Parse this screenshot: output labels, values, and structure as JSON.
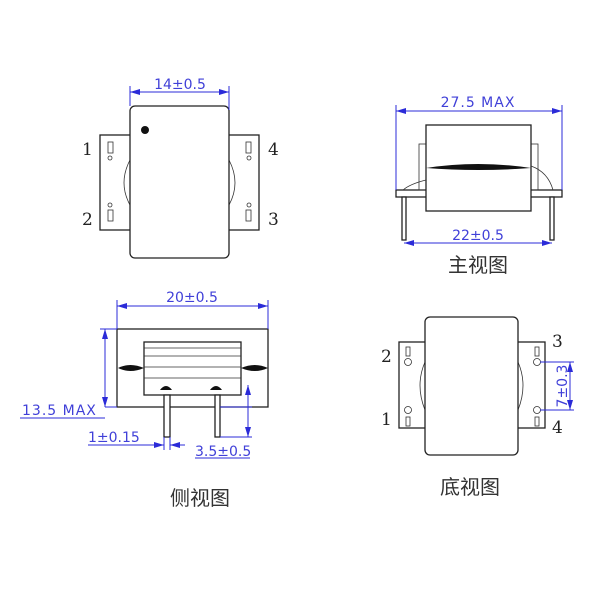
{
  "top_view": {
    "width_dim": "14±0.5",
    "pins": [
      "1",
      "4",
      "2",
      "3"
    ]
  },
  "front_view": {
    "max_width_dim": "27.5 MAX",
    "pin_pitch_dim": "22±0.5",
    "caption": "主视图"
  },
  "side_view": {
    "width_dim": "20±0.5",
    "height_dim": "13.5 MAX",
    "pin_width_dim": "1±0.15",
    "pin_length_dim": "3.5±0.5",
    "caption": "侧视图"
  },
  "bottom_view": {
    "pins": [
      "2",
      "1",
      "3",
      "4"
    ],
    "pin_spacing_dim": "7±0.3",
    "caption": "底视图"
  },
  "colors": {
    "dimension": "#2b2bd8",
    "outline": "#222222"
  }
}
